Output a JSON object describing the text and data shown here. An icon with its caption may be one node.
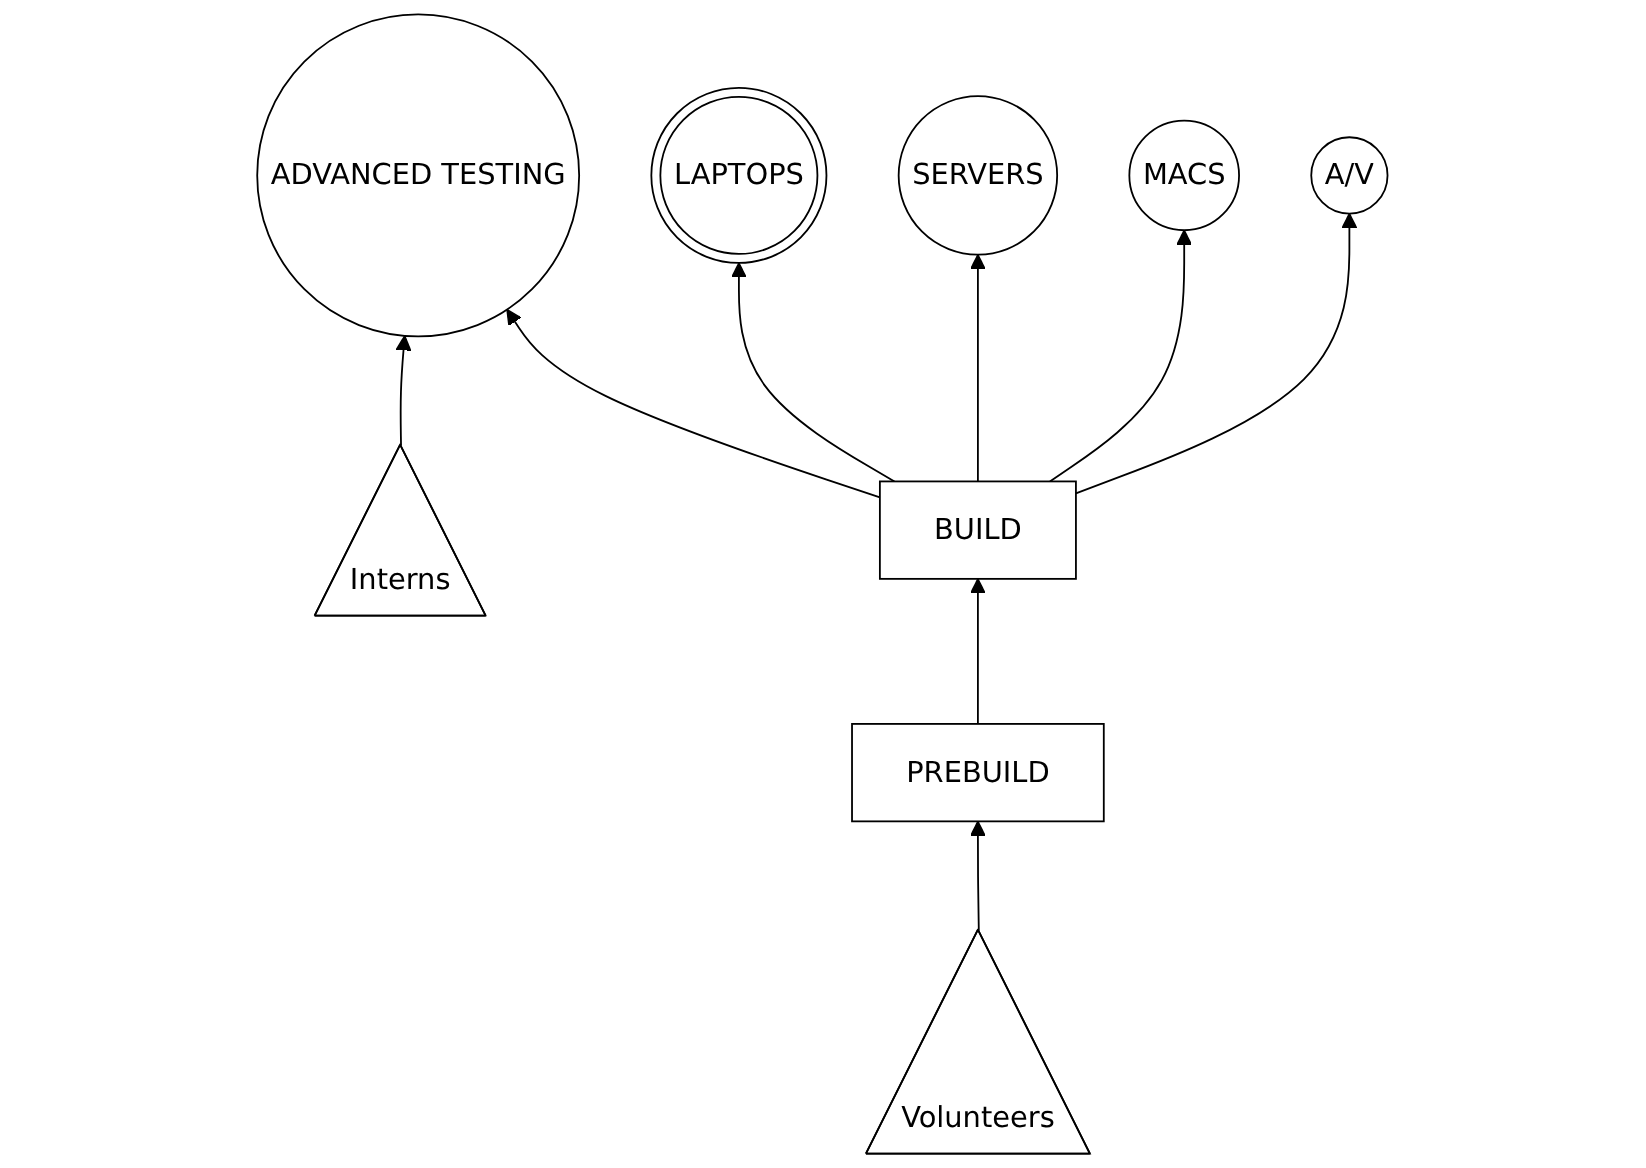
{
  "diagram": {
    "nodes": [
      {
        "text": [
          "ADVANCED TESTING"
        ]
      },
      {
        "text": [
          "LAPTOPS"
        ]
      },
      {
        "text": [
          "SERVERS"
        ]
      },
      {
        "text": [
          "MACS"
        ]
      },
      {
        "text": [
          "A/V"
        ]
      },
      {
        "text": [
          "Interns"
        ]
      },
      {
        "text": [
          "BUILD"
        ]
      },
      {
        "text": [
          "PREBUILD"
        ]
      },
      {
        "text": [
          "Volunteers"
        ]
      }
    ],
    "edges": [
      {
        "from": 5,
        "to": 0,
        "arrow": "to"
      },
      {
        "from": 6,
        "to": 0,
        "arrow": "to"
      },
      {
        "from": 6,
        "to": 1,
        "arrow": "to"
      },
      {
        "from": 6,
        "to": 2,
        "arrow": "to"
      },
      {
        "from": 6,
        "to": 3,
        "arrow": "to"
      },
      {
        "from": 6,
        "to": 4,
        "arrow": "to"
      },
      {
        "from": 7,
        "to": 6,
        "arrow": "to"
      },
      {
        "from": 8,
        "to": 7,
        "arrow": "to"
      }
    ]
  }
}
